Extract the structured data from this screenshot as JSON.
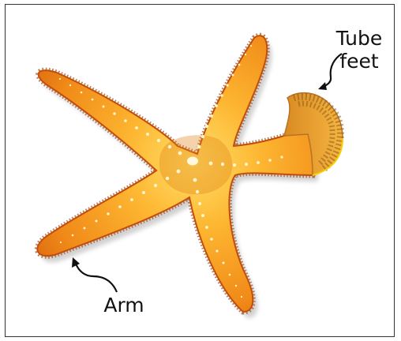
{
  "labels": {
    "tube_feet_line1": "Tube",
    "tube_feet_line2": "feet",
    "arm": "Arm"
  },
  "colors": {
    "body_light": "#FFD24A",
    "body_mid": "#F7A21C",
    "body_dark": "#D9660F",
    "outline": "#C24E0B",
    "spines": "#A85A2E",
    "dots": "#FFF4CC",
    "tube_feet_fill": "#EFA030",
    "tube_feet_outline": "#B87224",
    "frame_border": "#333333",
    "arrow": "#111111"
  }
}
